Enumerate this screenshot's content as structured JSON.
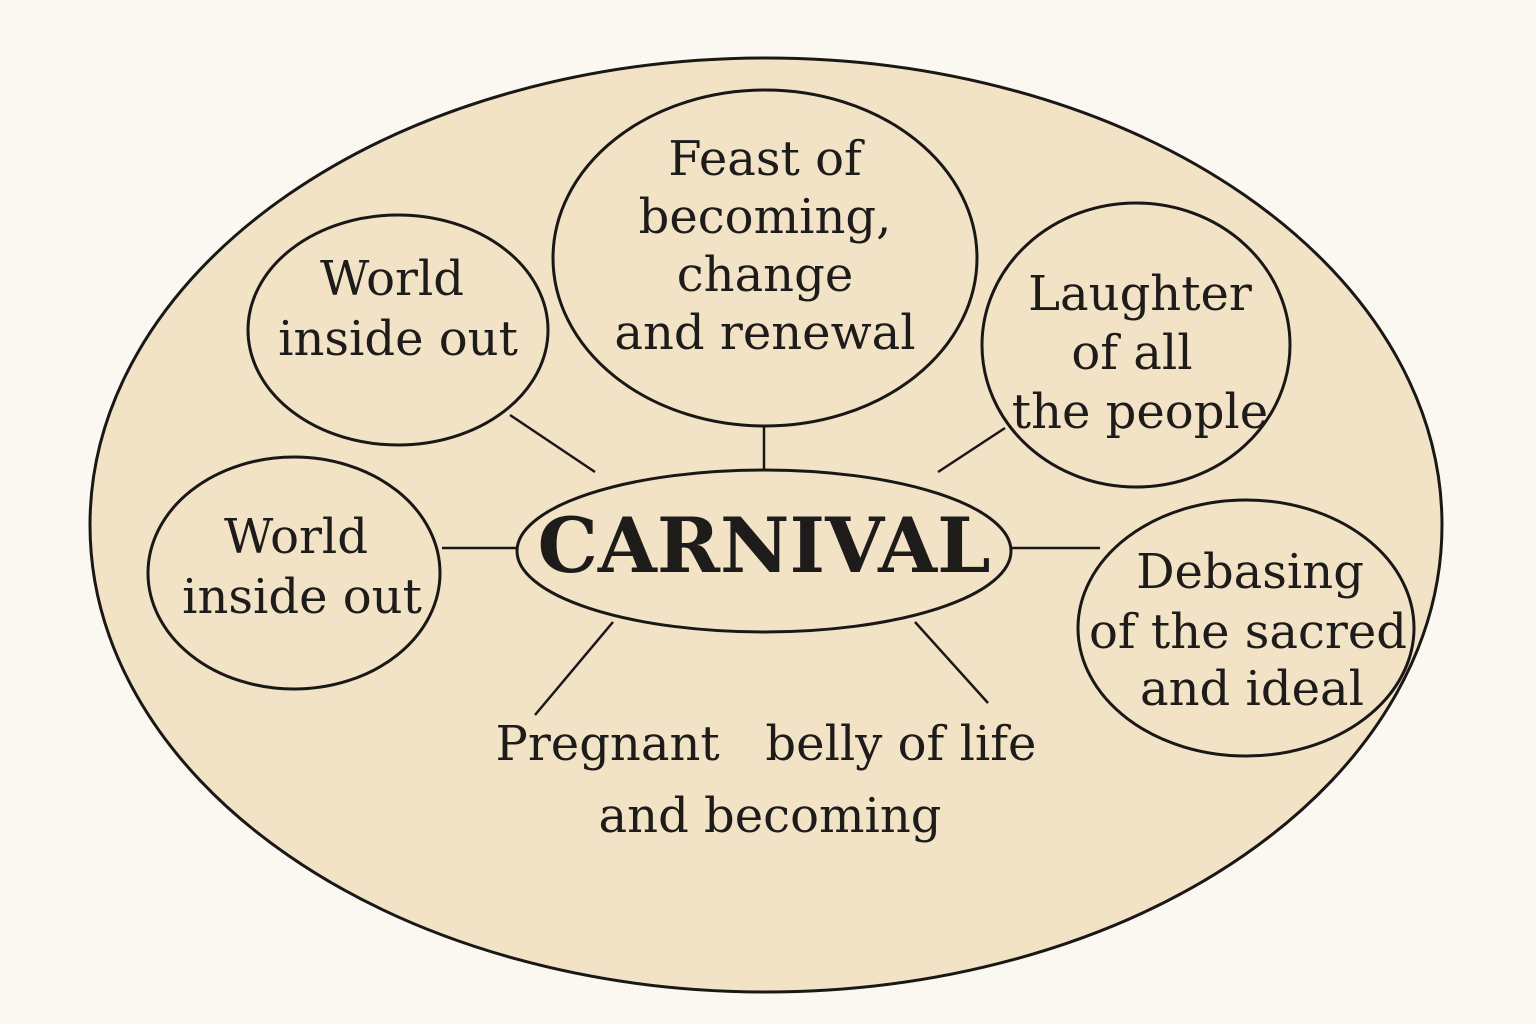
{
  "diagram": {
    "center": "CARNIVAL",
    "nodes": [
      {
        "id": "feast",
        "lines": [
          "Feast of",
          "becoming,",
          "change",
          "and renewal"
        ]
      },
      {
        "id": "world-top",
        "lines": [
          "World",
          "inside out"
        ]
      },
      {
        "id": "laughter",
        "lines": [
          "Laughter",
          "of all",
          "the people"
        ]
      },
      {
        "id": "world-left",
        "lines": [
          "World",
          "inside out"
        ]
      },
      {
        "id": "debasing",
        "lines": [
          "Debasing",
          "of the sacred",
          "and ideal"
        ]
      },
      {
        "id": "pregnant",
        "lines": [
          "Pregnant   belly of life",
          "and becoming"
        ]
      }
    ],
    "colors": {
      "background": "#fbf8f1",
      "fill": "#f3e3c6",
      "ink": "#1e1c1a"
    }
  }
}
